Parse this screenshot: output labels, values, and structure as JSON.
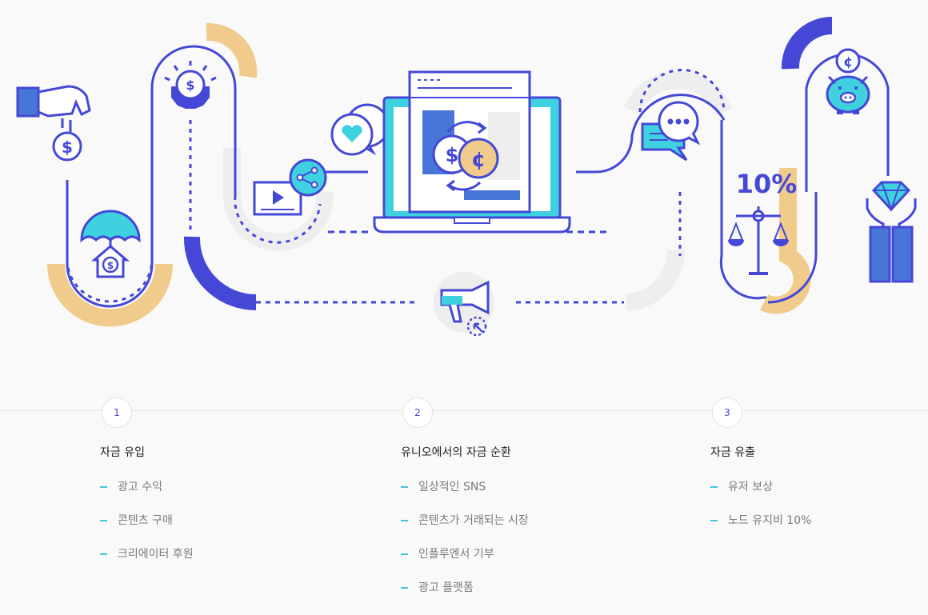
{
  "illustration": {
    "percent_label": "10%",
    "icons": [
      "hand-coin-icon",
      "umbrella-house-icon",
      "gear-dollar-icon",
      "video-share-icon",
      "heart-bubble-icon",
      "laptop-exchange-icon",
      "megaphone-icon",
      "chat-bubble-icon",
      "piggy-bank-icon",
      "scale-icon",
      "hands-diamond-icon"
    ],
    "colors": {
      "blue": "#4548d6",
      "cyan": "#3fd1df",
      "gold": "#f0cb8c",
      "gray": "#eeeeee"
    }
  },
  "steps": [
    {
      "number": "1",
      "title": "자금 유입",
      "items": [
        "광고 수익",
        "콘텐츠 구매",
        "크리에이터 후원"
      ]
    },
    {
      "number": "2",
      "title": "유니오에서의 자금 순환",
      "items": [
        "일상적인 SNS",
        "콘텐츠가 거래되는 시장",
        "인플루엔서 기부",
        "광고 플랫폼"
      ]
    },
    {
      "number": "3",
      "title": "자금 유출",
      "items": [
        "유저 보상",
        "노드 유지비 10%"
      ]
    }
  ]
}
